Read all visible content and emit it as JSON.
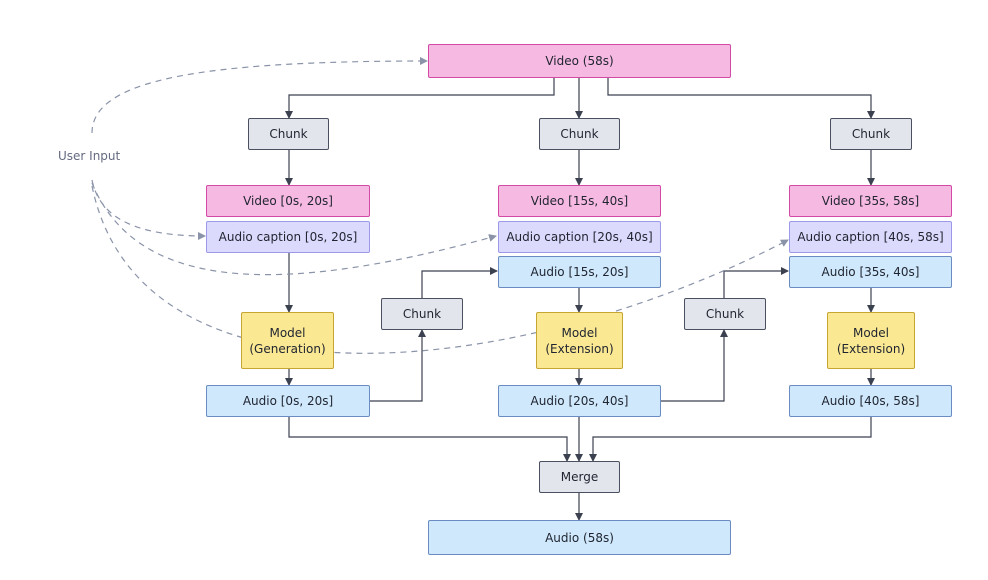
{
  "user_input": "User Input",
  "nodes": {
    "video_full": "Video (58s)",
    "chunk_top_1": "Chunk",
    "chunk_top_2": "Chunk",
    "chunk_top_3": "Chunk",
    "video_seg_1": "Video [0s, 20s]",
    "video_seg_2": "Video [15s, 40s]",
    "video_seg_3": "Video [35s, 58s]",
    "caption_1": "Audio caption [0s, 20s]",
    "caption_2": "Audio caption [20s, 40s]",
    "caption_3": "Audio caption [40s, 58s]",
    "audio_ctx_2": "Audio [15s, 20s]",
    "audio_ctx_3": "Audio [35s, 40s]",
    "chunk_mid_1": "Chunk",
    "chunk_mid_2": "Chunk",
    "model_1": "Model\n(Generation)",
    "model_2": "Model\n(Extension)",
    "model_3": "Model\n(Extension)",
    "audio_out_1": "Audio [0s, 20s]",
    "audio_out_2": "Audio [20s, 40s]",
    "audio_out_3": "Audio [40s, 58s]",
    "merge": "Merge",
    "audio_full": "Audio (58s)"
  },
  "colors": {
    "video": "#f6b9e1",
    "chunk": "#e3e5ec",
    "caption": "#dcdafc",
    "audio": "#cfe8fb",
    "model": "#fbe892",
    "arrow": "#3c4150",
    "dashed": "#8a93a8"
  }
}
